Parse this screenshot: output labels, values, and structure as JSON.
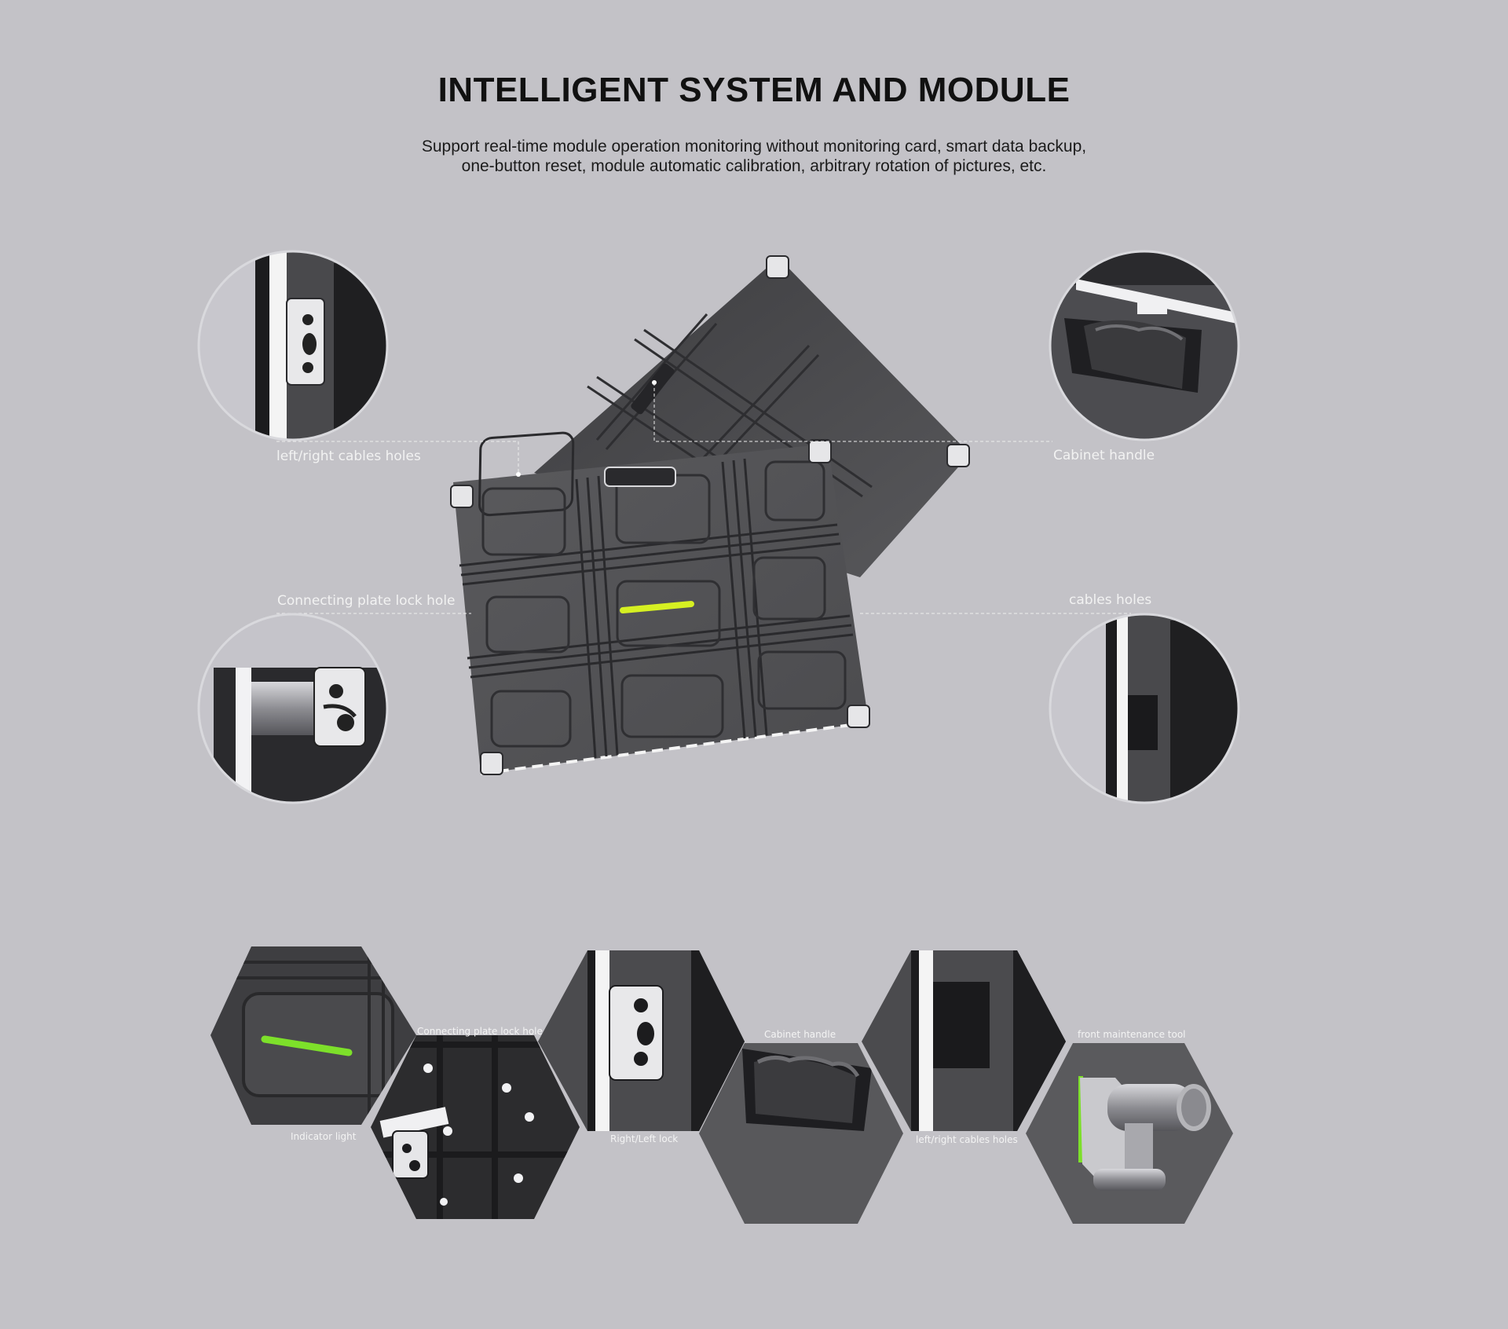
{
  "heading": {
    "title": "INTELLIGENT SYSTEM AND MODULE",
    "subtitle_line1": "Support real-time module operation monitoring without monitoring card, smart data backup,",
    "subtitle_line2": "one-button reset, module automatic calibration, arbitrary rotation of pictures, etc."
  },
  "callouts": {
    "left_right_cables_holes": "left/right cables holes",
    "cabinet_handle": "Cabinet handle",
    "connecting_plate_lock_hole": "Connecting plate lock hole",
    "cables_holes": "cables holes"
  },
  "feature_tiles": [
    {
      "label": "Indicator light"
    },
    {
      "label": "Connecting plate lock hole"
    },
    {
      "label": "Right/Left lock"
    },
    {
      "label": "Cabinet handle"
    },
    {
      "label": "left/right cables holes"
    },
    {
      "label": "front maintenance tool"
    }
  ],
  "colors": {
    "background": "#c3c2c7",
    "cabinet_body": "#525255",
    "indicator_yellow": "#d6f022",
    "indicator_green": "#7de02a"
  }
}
